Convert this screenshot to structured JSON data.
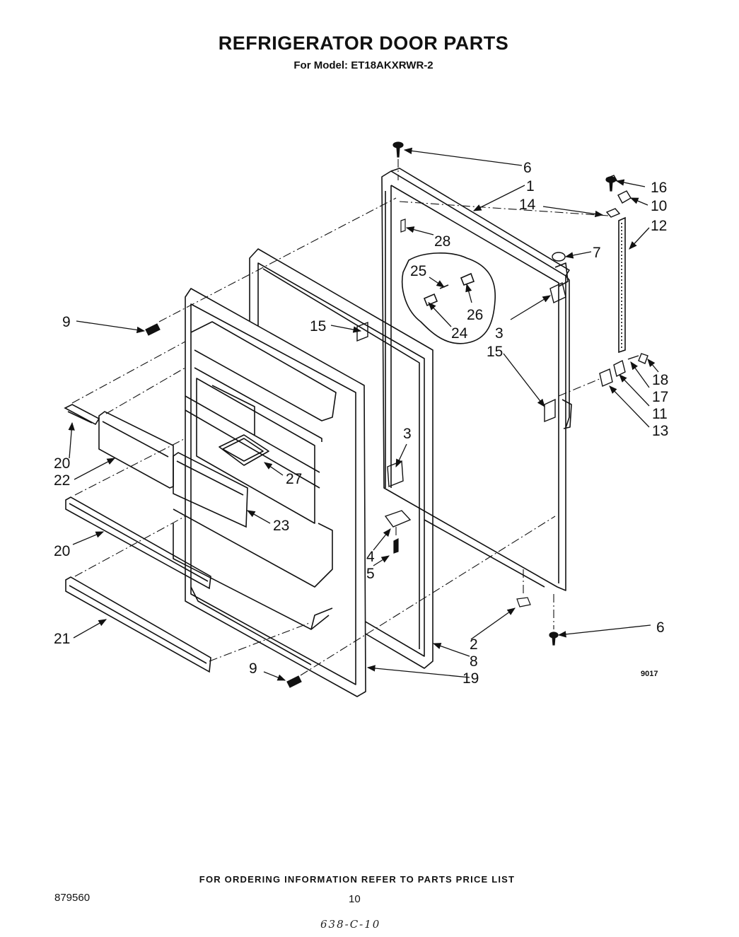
{
  "header": {
    "title": "REFRIGERATOR DOOR PARTS",
    "subtitle": "For Model: ET18AKXRWR-2"
  },
  "diagram": {
    "callouts": {
      "c6_top": "6",
      "c1": "1",
      "c16": "16",
      "c14": "14",
      "c10": "10",
      "c12": "12",
      "c28": "28",
      "c7": "7",
      "c25": "25",
      "c26": "26",
      "c24": "24",
      "c9_top": "9",
      "c15_left": "15",
      "c3_top": "3",
      "c15_right": "15",
      "c18": "18",
      "c17": "17",
      "c11": "11",
      "c13": "13",
      "c3_bottom": "3",
      "c20_top": "20",
      "c22": "22",
      "c27": "27",
      "c23": "23",
      "c4": "4",
      "c5": "5",
      "c20_bottom": "20",
      "c21": "21",
      "c6_bottom": "6",
      "c2": "2",
      "c8": "8",
      "c9_bottom": "9",
      "c19": "19"
    },
    "reference_code": "9017"
  },
  "footer": {
    "ordering_note": "FOR ORDERING INFORMATION REFER TO PARTS PRICE LIST",
    "document_number": "879560",
    "page_number": "10",
    "handwritten_note": "638-C-10"
  }
}
